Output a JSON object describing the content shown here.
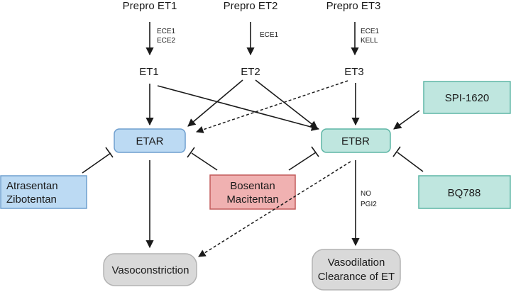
{
  "precursors": {
    "et1": "Prepro ET1",
    "et2": "Prepro ET2",
    "et3": "Prepro ET3"
  },
  "enzymes": {
    "et1_line1": "ECE1",
    "et1_line2": "ECE2",
    "et2_line1": "ECE1",
    "et3_line1": "ECE1",
    "et3_line2": "KELL"
  },
  "peptides": {
    "et1": "ET1",
    "et2": "ET2",
    "et3": "ET3"
  },
  "receptors": {
    "etar": "ETAR",
    "etbr": "ETBR"
  },
  "agonist": "SPI-1620",
  "antagonists": {
    "selective_a_line1": "Atrasentan",
    "selective_a_line2": "Zibotentan",
    "dual_line1": "Bosentan",
    "dual_line2": "Macitentan",
    "selective_b": "BQ788"
  },
  "mediators": {
    "line1": "NO",
    "line2": "PGI2"
  },
  "outcomes": {
    "vasoconstriction": "Vasoconstriction",
    "vasodilation_line1": "Vasodilation",
    "vasodilation_line2": "Clearance of ET"
  },
  "colors": {
    "etar_fill": "#bcdaf3",
    "etar_stroke": "#6f9fcf",
    "etbr_fill": "#bfe6df",
    "etbr_stroke": "#5fb6a6",
    "dual_fill": "#f0b1b1",
    "dual_stroke": "#c25c5c",
    "outcome_fill": "#d9d9d9",
    "outcome_stroke": "#b3b3b3",
    "line": "#1a1a1a"
  }
}
